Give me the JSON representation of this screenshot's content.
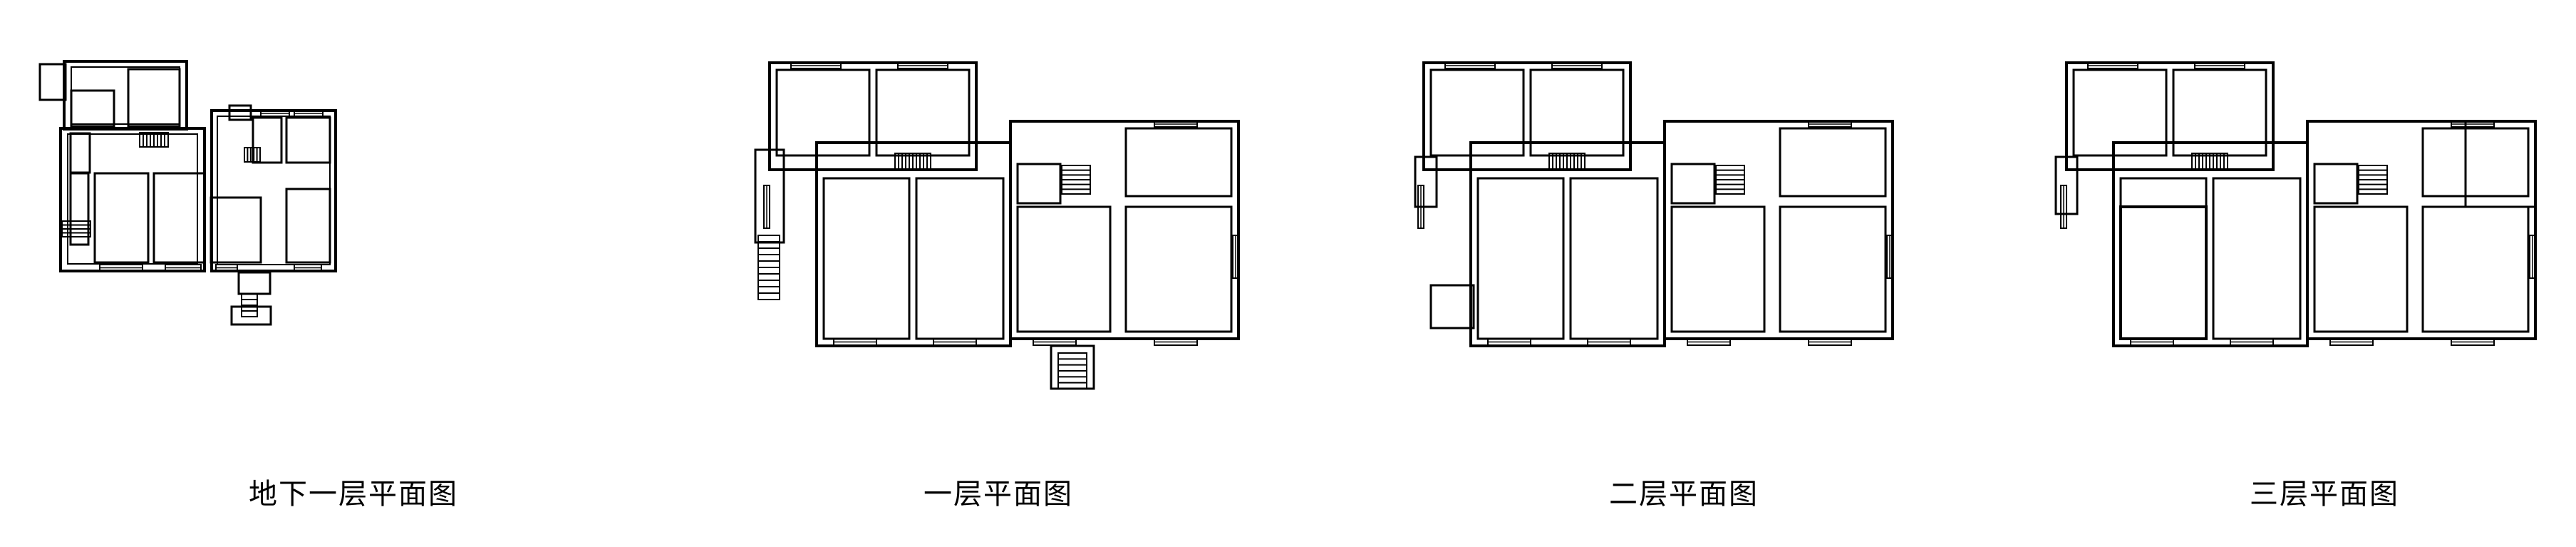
{
  "plans": [
    {
      "label": "地下一层平面图"
    },
    {
      "label": "一层平面图"
    },
    {
      "label": "二层平面图"
    },
    {
      "label": "三层平面图"
    }
  ],
  "colors": {
    "line": "#000000",
    "background": "#ffffff"
  }
}
